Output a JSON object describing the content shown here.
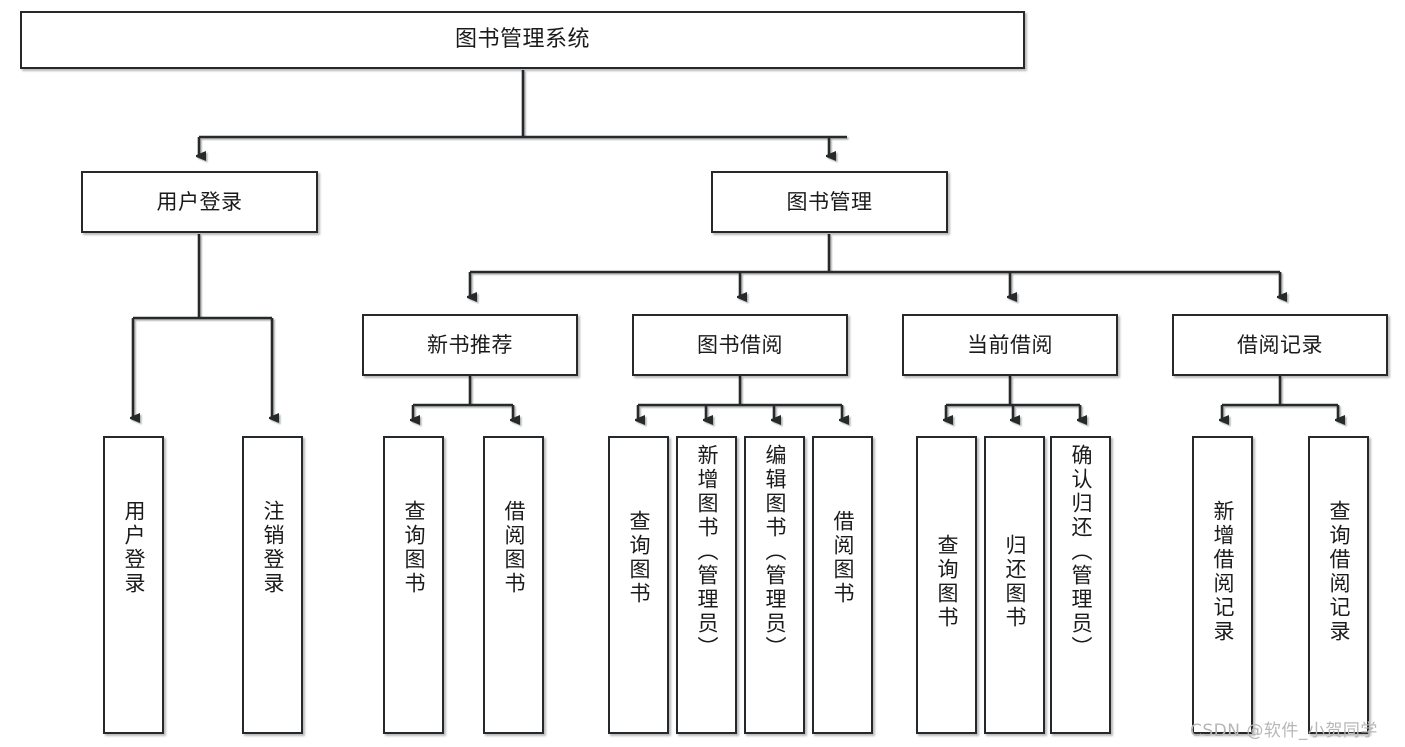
{
  "diagram": {
    "title": "图书管理系统",
    "type": "hierarchy-tree",
    "root": {
      "label": "图书管理系统"
    },
    "level2": [
      {
        "label": "用户登录"
      },
      {
        "label": "图书管理"
      }
    ],
    "level3": [
      {
        "label": "新书推荐"
      },
      {
        "label": "图书借阅"
      },
      {
        "label": "当前借阅"
      },
      {
        "label": "借阅记录"
      }
    ],
    "leaves": {
      "user_login": [
        {
          "label": "用户登录"
        },
        {
          "label": "注销登录"
        }
      ],
      "new_book_recommend": [
        {
          "label": "查询图书"
        },
        {
          "label": "借阅图书"
        }
      ],
      "book_borrow": [
        {
          "label": "查询图书"
        },
        {
          "label": "新增图书（管理员）"
        },
        {
          "label": "编辑图书（管理员）"
        },
        {
          "label": "借阅图书"
        }
      ],
      "current_borrow": [
        {
          "label": "查询图书"
        },
        {
          "label": "归还图书"
        },
        {
          "label": "确认归还（管理员）"
        }
      ],
      "borrow_record": [
        {
          "label": "新增借阅记录"
        },
        {
          "label": "查询借阅记录"
        }
      ]
    }
  },
  "watermark": {
    "text": "CSDN @软件_小贺同学"
  },
  "colors": {
    "border": "#26292b",
    "background": "#ffffff",
    "text": "#1b1b1b",
    "watermark": "#b7b7b7"
  }
}
